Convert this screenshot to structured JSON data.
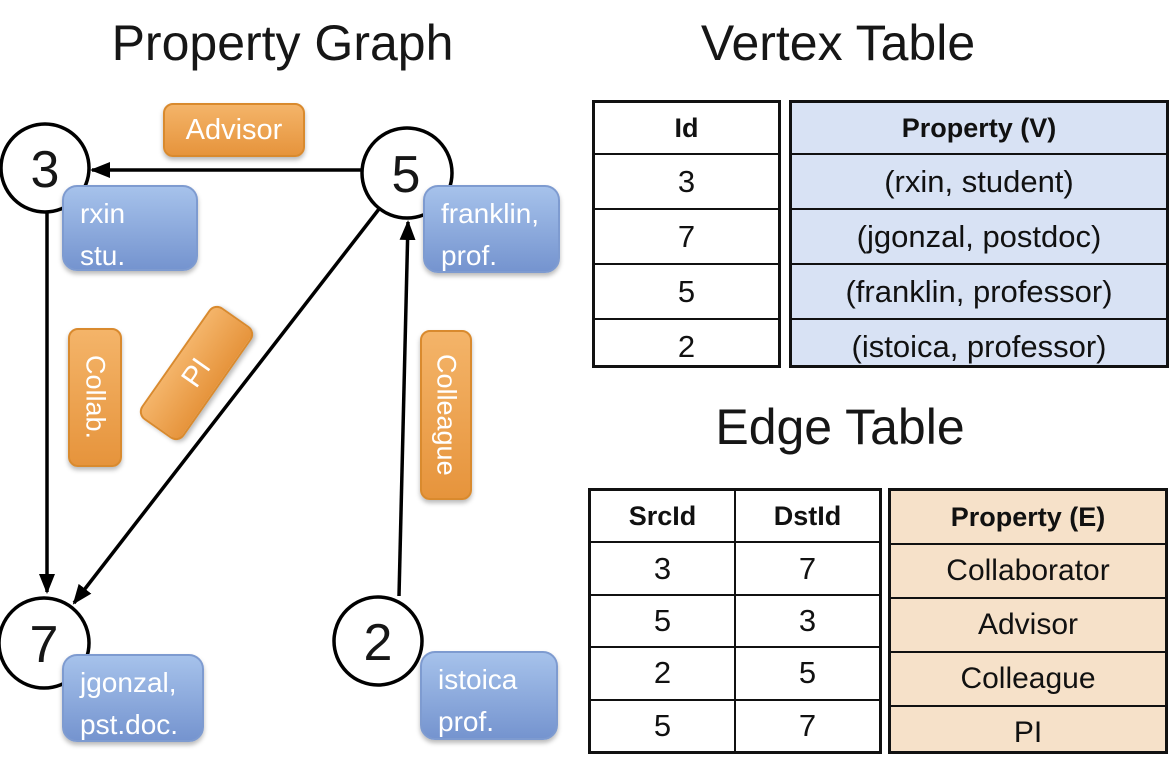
{
  "diagram": {
    "title": "Property Graph",
    "nodes": [
      {
        "id": "3"
      },
      {
        "id": "5"
      },
      {
        "id": "7"
      },
      {
        "id": "2"
      }
    ],
    "vertex_labels": [
      {
        "lines": [
          "rxin",
          "stu."
        ]
      },
      {
        "lines": [
          "franklin,",
          "prof."
        ]
      },
      {
        "lines": [
          "jgonzal,",
          "pst.doc."
        ]
      },
      {
        "lines": [
          "istoica",
          "prof."
        ]
      }
    ],
    "edge_labels": [
      "Advisor",
      "Collab.",
      "PI",
      "Colleague"
    ]
  },
  "vertex_table": {
    "title": "Vertex Table",
    "columns": [
      "Id",
      "Property (V)"
    ],
    "rows": [
      [
        "3",
        "(rxin, student)"
      ],
      [
        "7",
        "(jgonzal, postdoc)"
      ],
      [
        "5",
        "(franklin, professor)"
      ],
      [
        "2",
        "(istoica, professor)"
      ]
    ]
  },
  "edge_table": {
    "title": "Edge Table",
    "columns": [
      "SrcId",
      "DstId",
      "Property (E)"
    ],
    "rows": [
      [
        "3",
        "7",
        "Collaborator"
      ],
      [
        "5",
        "3",
        "Advisor"
      ],
      [
        "2",
        "5",
        "Colleague"
      ],
      [
        "5",
        "7",
        "PI"
      ]
    ]
  },
  "colors": {
    "edge_label_top": "#F4B469",
    "edge_label_bottom": "#E6943C",
    "vertex_label_top": "#A6C2EB",
    "vertex_label_bottom": "#7594CF",
    "vertex_property_bg": "#D8E2F4",
    "edge_property_bg": "#F6E1C9",
    "line": "#000000",
    "label_text": "#FFFFFF"
  }
}
